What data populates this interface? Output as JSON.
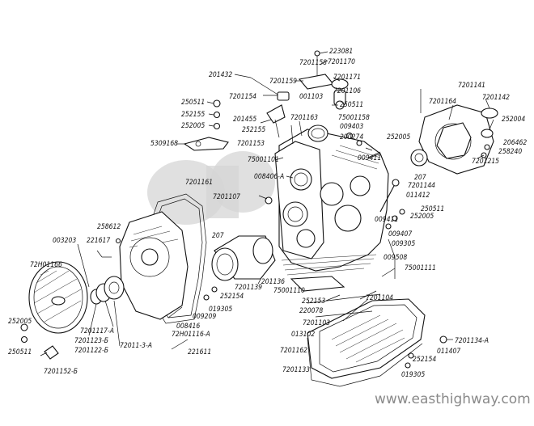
{
  "watermark": "www.easthighway.com",
  "parts": [
    {
      "id": "p1",
      "text": "223081"
    },
    {
      "id": "p2",
      "text": "7201158"
    },
    {
      "id": "p3",
      "text": "7201170"
    },
    {
      "id": "p4",
      "text": "201432"
    },
    {
      "id": "p5",
      "text": "7201159"
    },
    {
      "id": "p6",
      "text": "7201171"
    },
    {
      "id": "p7",
      "text": "7201106"
    },
    {
      "id": "p8",
      "text": "7201154"
    },
    {
      "id": "p9",
      "text": "001103"
    },
    {
      "id": "p10",
      "text": "250511"
    },
    {
      "id": "p11",
      "text": "250511"
    },
    {
      "id": "p12",
      "text": "252155"
    },
    {
      "id": "p13",
      "text": "252005"
    },
    {
      "id": "p14",
      "text": "201455"
    },
    {
      "id": "p15",
      "text": "252155"
    },
    {
      "id": "p16",
      "text": "7201163"
    },
    {
      "id": "p17",
      "text": "75001158"
    },
    {
      "id": "p18",
      "text": "009403"
    },
    {
      "id": "p19",
      "text": "252005"
    },
    {
      "id": "p20",
      "text": "200274"
    },
    {
      "id": "p21",
      "text": "7201153"
    },
    {
      "id": "p22",
      "text": "5309168"
    },
    {
      "id": "p23",
      "text": "75001101"
    },
    {
      "id": "p24",
      "text": "009411"
    },
    {
      "id": "p25",
      "text": "008406-A"
    },
    {
      "id": "p26",
      "text": "7201141"
    },
    {
      "id": "p27",
      "text": "7201164"
    },
    {
      "id": "p28",
      "text": "7201142"
    },
    {
      "id": "p29",
      "text": "252004"
    },
    {
      "id": "p30",
      "text": "206462"
    },
    {
      "id": "p31",
      "text": "258240"
    },
    {
      "id": "p32",
      "text": "7201215"
    },
    {
      "id": "p33",
      "text": "207"
    },
    {
      "id": "p34",
      "text": "7201144"
    },
    {
      "id": "p35",
      "text": "011412"
    },
    {
      "id": "p36",
      "text": "250511"
    },
    {
      "id": "p37",
      "text": "252005"
    },
    {
      "id": "p38",
      "text": "009411"
    },
    {
      "id": "p39",
      "text": "009407"
    },
    {
      "id": "p40",
      "text": "009305"
    },
    {
      "id": "p41",
      "text": "7201161"
    },
    {
      "id": "p42",
      "text": "7201107"
    },
    {
      "id": "p43",
      "text": "258612"
    },
    {
      "id": "p44",
      "text": "003203"
    },
    {
      "id": "p45",
      "text": "221617"
    },
    {
      "id": "p46",
      "text": "207"
    },
    {
      "id": "p47",
      "text": "72H01166"
    },
    {
      "id": "p48",
      "text": "7201139"
    },
    {
      "id": "p49",
      "text": "7201136"
    },
    {
      "id": "p50",
      "text": "252154"
    },
    {
      "id": "p51",
      "text": "019305"
    },
    {
      "id": "p52",
      "text": "009209"
    },
    {
      "id": "p53",
      "text": "008416"
    },
    {
      "id": "p54",
      "text": "009508"
    },
    {
      "id": "p55",
      "text": "75001111"
    },
    {
      "id": "p56",
      "text": "75001110"
    },
    {
      "id": "p57",
      "text": "252153"
    },
    {
      "id": "p58",
      "text": "7201104"
    },
    {
      "id": "p59",
      "text": "220078"
    },
    {
      "id": "p60",
      "text": "7201103"
    },
    {
      "id": "p61",
      "text": "013102"
    },
    {
      "id": "p62",
      "text": "252005"
    },
    {
      "id": "p63",
      "text": "250511"
    },
    {
      "id": "p64",
      "text": "7201117-A"
    },
    {
      "id": "p65",
      "text": "7201123-Б"
    },
    {
      "id": "p66",
      "text": "7201122-Б"
    },
    {
      "id": "p67",
      "text": "72011-3-A"
    },
    {
      "id": "p68",
      "text": "72H01116-A"
    },
    {
      "id": "p69",
      "text": "221611"
    },
    {
      "id": "p70",
      "text": "7201152-Б"
    },
    {
      "id": "p71",
      "text": "7201162"
    },
    {
      "id": "p72",
      "text": "7201133"
    },
    {
      "id": "p73",
      "text": "7201134-A"
    },
    {
      "id": "p74",
      "text": "011407"
    },
    {
      "id": "p75",
      "text": "252154"
    },
    {
      "id": "p76",
      "text": "019305"
    }
  ]
}
